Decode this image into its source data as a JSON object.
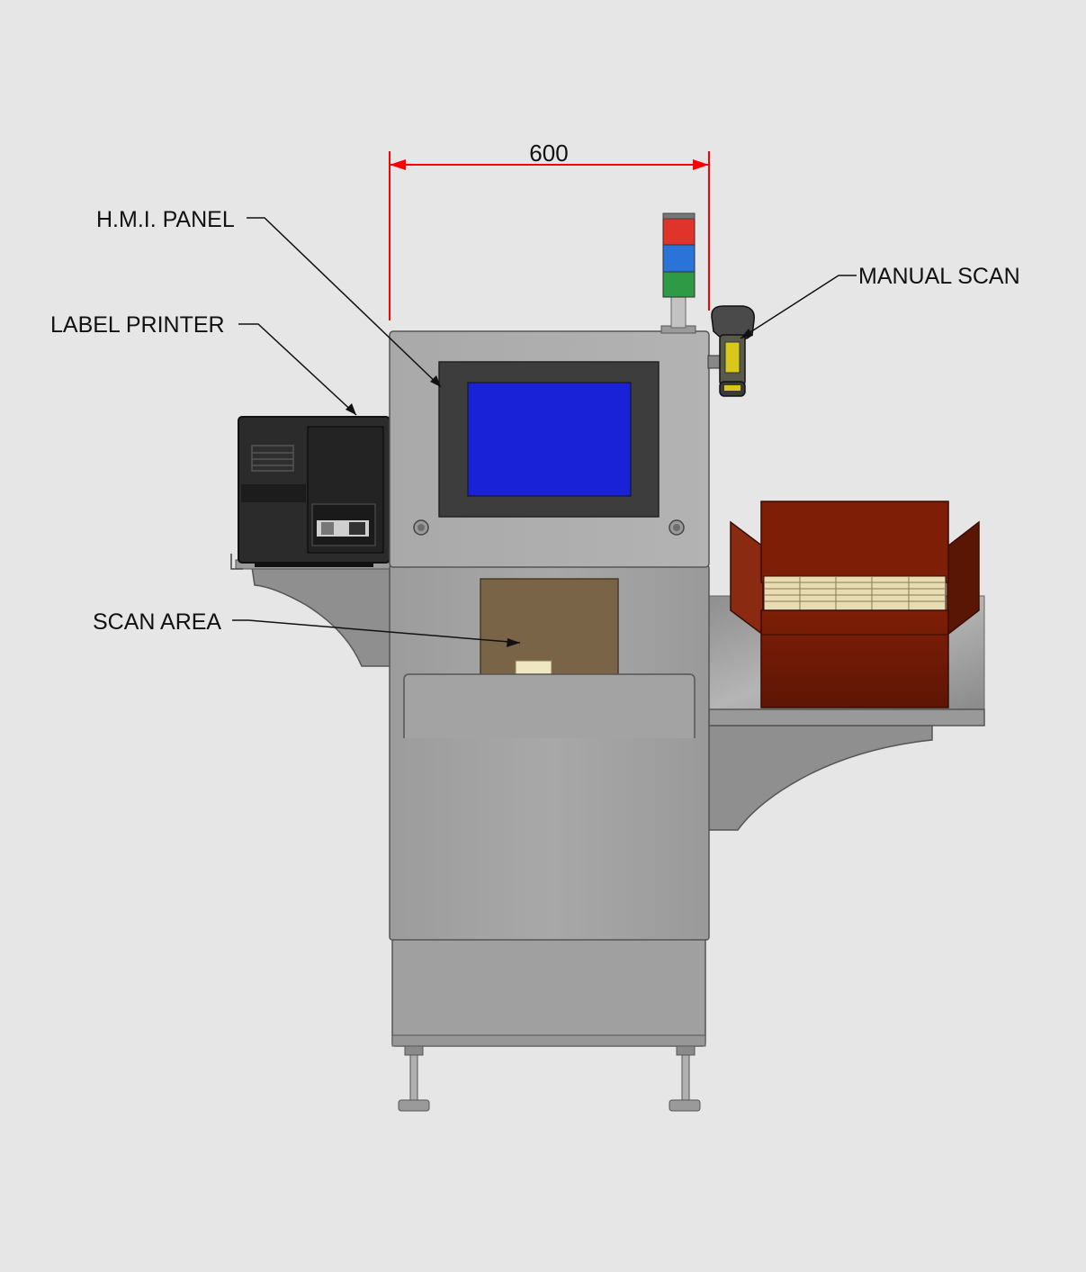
{
  "dimension": {
    "value": "600",
    "color": "#ff0000"
  },
  "callouts": {
    "hmi_panel": "H.M.I. PANEL",
    "label_printer": "LABEL PRINTER",
    "scan_area": "SCAN AREA",
    "manual_scan": "MANUAL SCAN"
  },
  "stack_light": {
    "colors": [
      "#e0332a",
      "#2a73d8",
      "#2e9a46"
    ]
  },
  "colors": {
    "background": "#e6e6e6",
    "cabinet": "#a3a3a3",
    "screen": "#1a22d8",
    "bezel": "#3d3d3d",
    "printer": "#2b2b2b",
    "carton": "#7a1d08",
    "scanner_accent": "#d8c81c"
  }
}
